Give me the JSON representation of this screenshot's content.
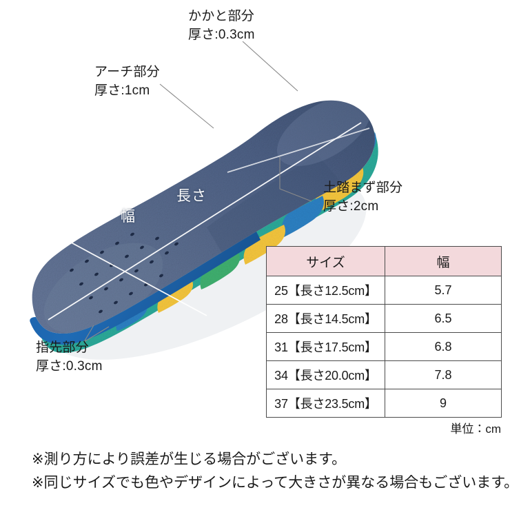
{
  "product": {
    "alt_name": "insole-photo",
    "colors": {
      "top_surface": "#5b6d8d",
      "top_surface_dark": "#4a5c7c",
      "edge_blue": "#1d5fa8",
      "camo_teal": "#17b3a0",
      "camo_yellow": "#f2c43c",
      "camo_blue": "#2d7fc1",
      "camo_green": "#3fae6e",
      "measure_line": "#ffffff",
      "leader_line": "#8a8a8a"
    }
  },
  "callouts": [
    {
      "id": "heel",
      "title": "かかと部分",
      "value": "厚さ:0.3cm"
    },
    {
      "id": "arch",
      "title": "アーチ部分",
      "value": "厚さ:1cm"
    },
    {
      "id": "arch_support",
      "title": "土踏まず部分",
      "value": "厚さ:2cm"
    },
    {
      "id": "toe",
      "title": "指先部分",
      "value": "厚さ:0.3cm"
    }
  ],
  "measurements": {
    "length_label": "長さ",
    "width_label": "幅"
  },
  "table": {
    "headers": [
      "サイズ",
      "幅"
    ],
    "rows": [
      {
        "size": "25【長さ12.5cm】",
        "width": "5.7"
      },
      {
        "size": "28【長さ14.5cm】",
        "width": "6.5"
      },
      {
        "size": "31【長さ17.5cm】",
        "width": "6.8"
      },
      {
        "size": "34【長さ20.0cm】",
        "width": "7.8"
      },
      {
        "size": "37【長さ23.5cm】",
        "width": "9"
      }
    ],
    "unit_note": "単位：cm",
    "header_bg": "#f3d9dc",
    "border_color": "#4a4a4a"
  },
  "footnotes": [
    "※測り方により誤差が生じる場合がございます。",
    "※同じサイズでも色やデザインによって大きさが異なる場合もございます。"
  ]
}
